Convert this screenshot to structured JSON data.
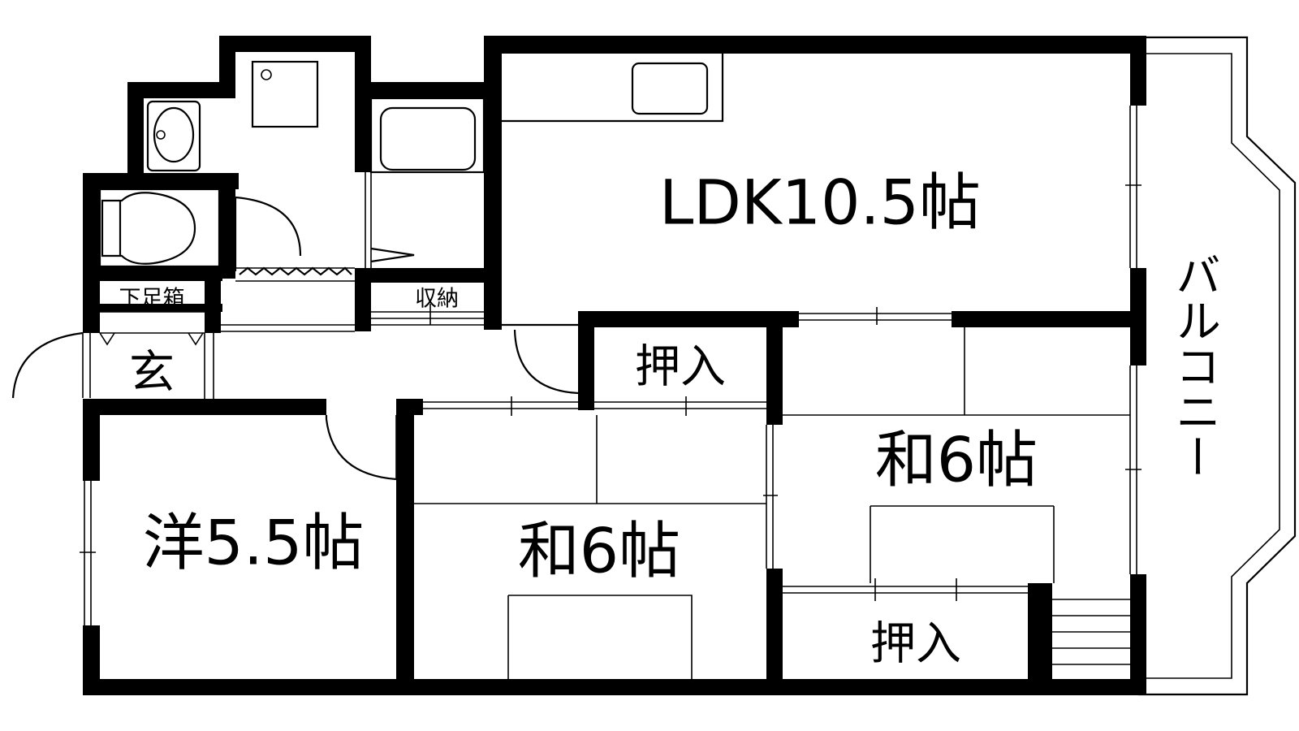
{
  "rooms": {
    "ldk": "LDK10.5帖",
    "western": "洋5.5帖",
    "japanese_center": "和6帖",
    "japanese_right": "和6帖",
    "closet_center": "押入",
    "closet_bottom": "押入",
    "storage": "収納",
    "shoe_box": "下足箱",
    "entrance": "玄",
    "balcony": "バルコニー"
  }
}
